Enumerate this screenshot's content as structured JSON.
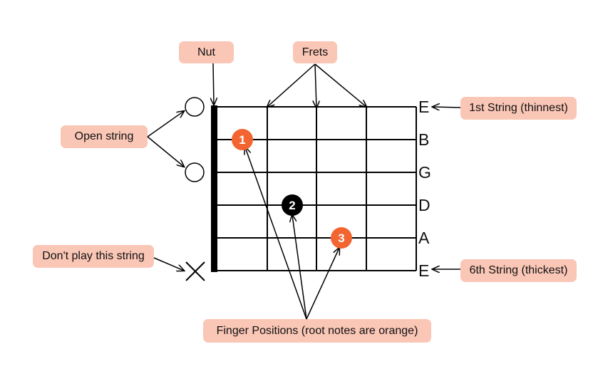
{
  "labels": {
    "nut": "Nut",
    "frets": "Frets",
    "open_string": "Open string",
    "dont_play": "Don't play this string",
    "first_string": "1st String (thinnest)",
    "sixth_string": "6th String (thickest)",
    "finger_positions": "Finger Positions (root notes are orange)"
  },
  "strings": [
    "E",
    "B",
    "G",
    "D",
    "A",
    "E"
  ],
  "fingers": [
    {
      "number": "1",
      "string": 2,
      "fret": 1,
      "root": true
    },
    {
      "number": "2",
      "string": 4,
      "fret": 2,
      "root": false
    },
    {
      "number": "3",
      "string": 5,
      "fret": 3,
      "root": true
    }
  ],
  "string_markers": [
    {
      "string": 1,
      "type": "open"
    },
    {
      "string": 3,
      "type": "open"
    },
    {
      "string": 6,
      "type": "muted"
    }
  ],
  "colors": {
    "root_note": "#f26430",
    "finger_note": "#000000",
    "label_bg": "#fac6b6",
    "line": "#000000"
  }
}
